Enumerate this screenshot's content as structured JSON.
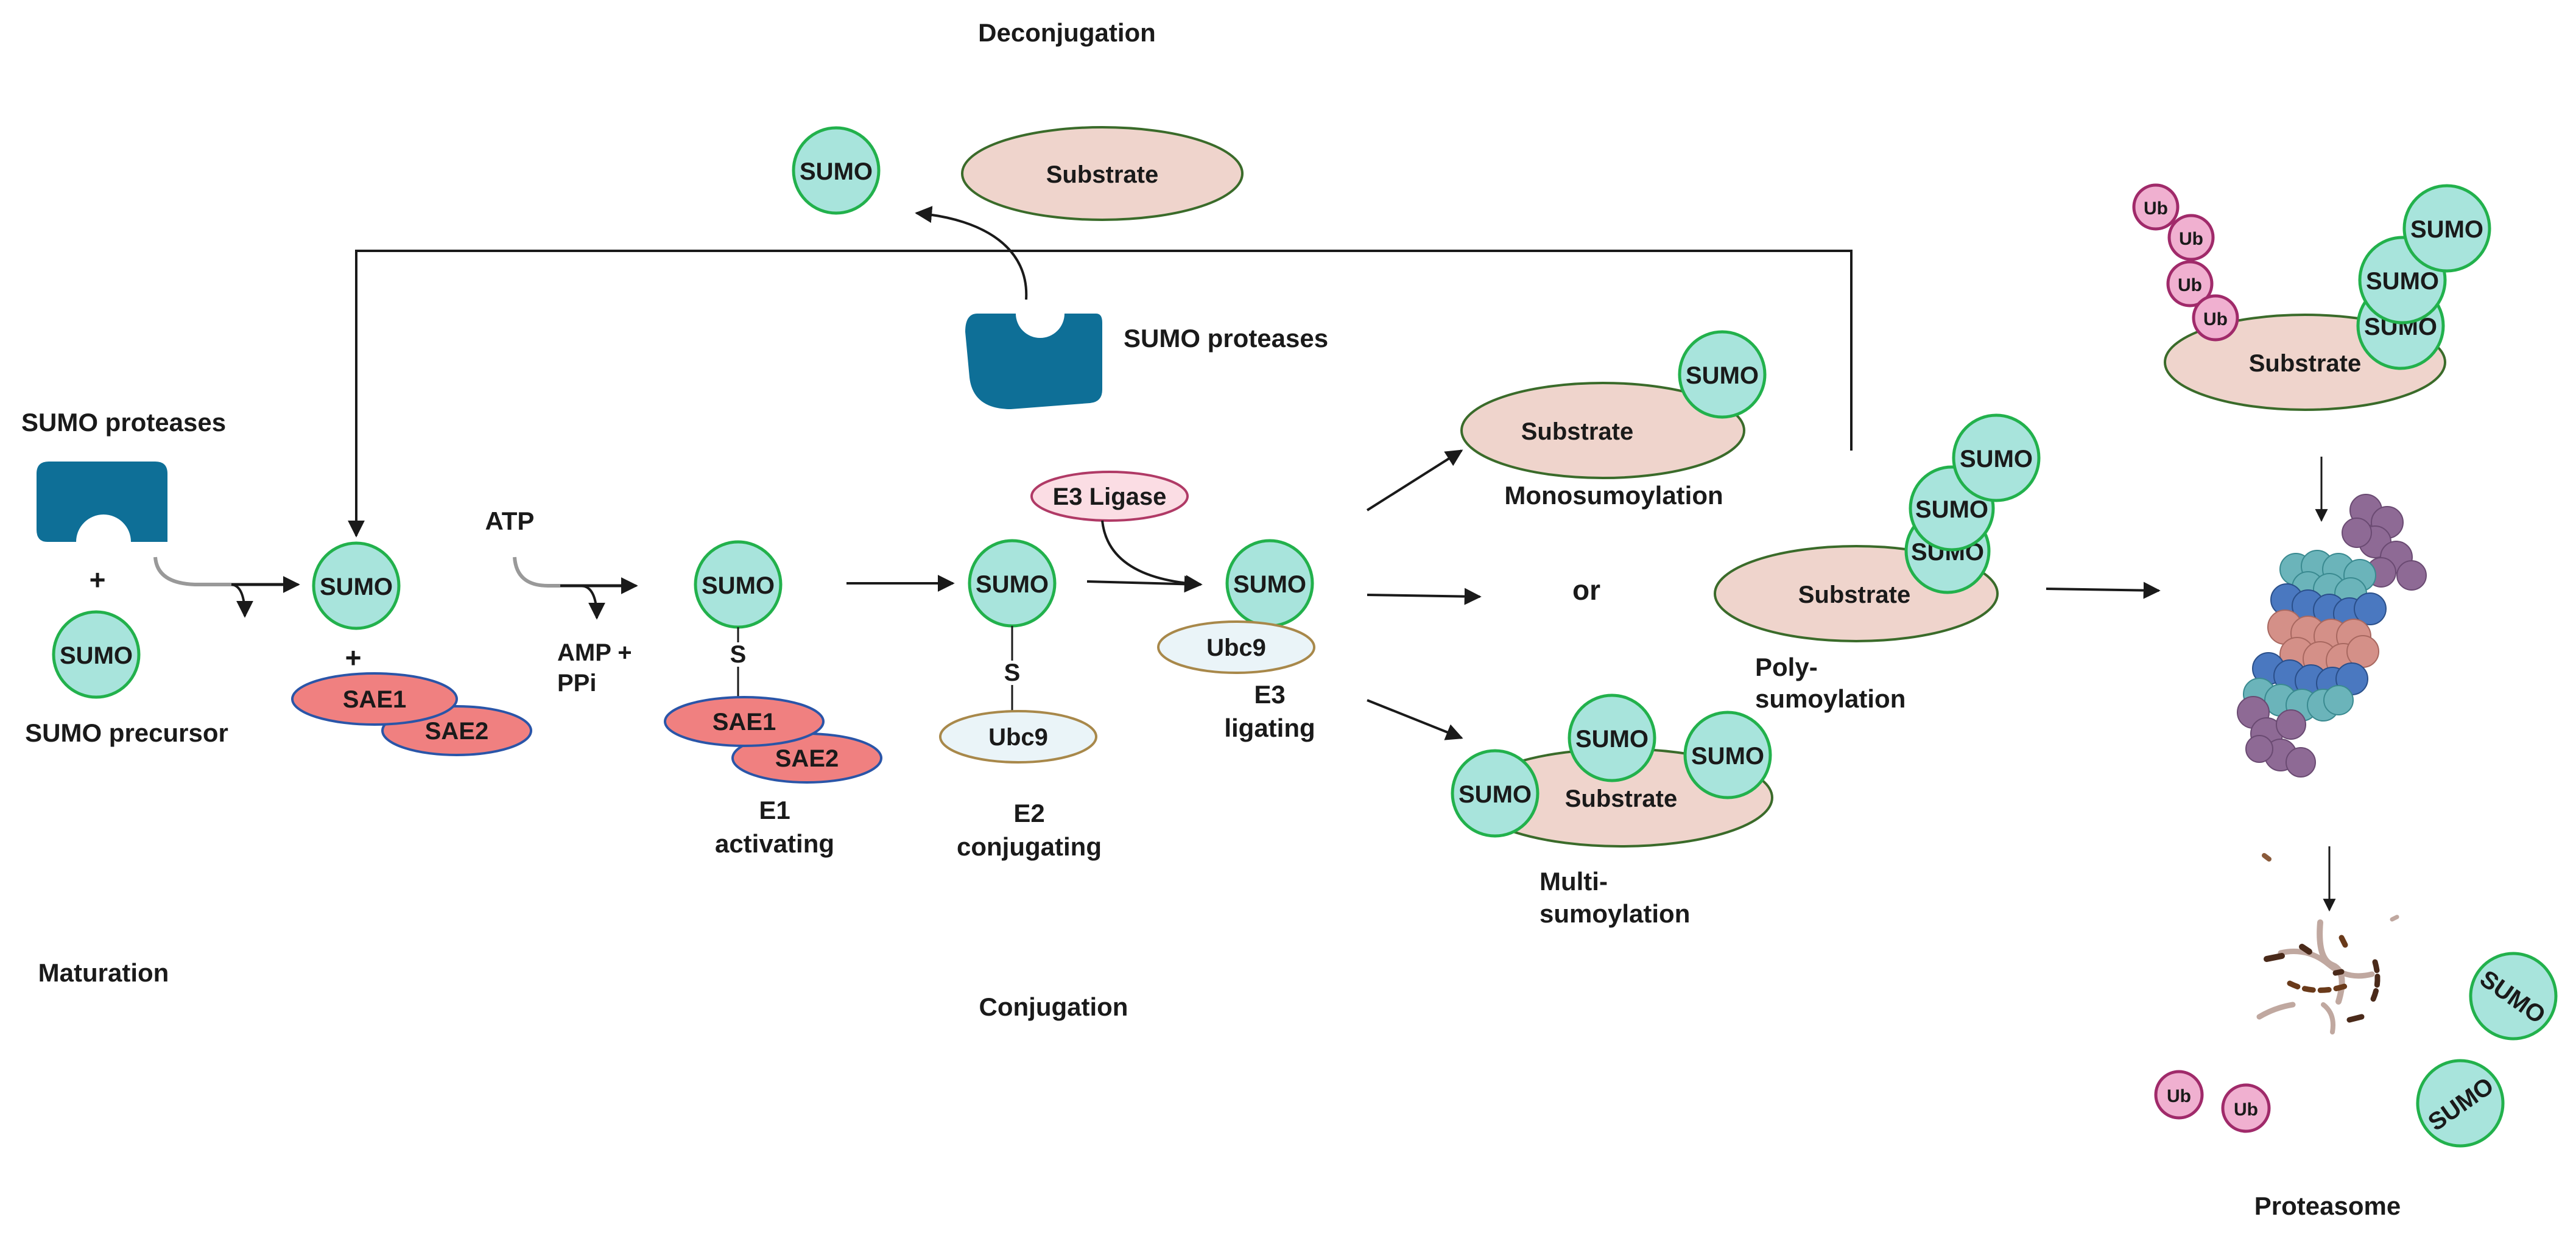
{
  "labels": {
    "deconjugation": "Deconjugation",
    "conjugation": "Conjugation",
    "maturation": "Maturation",
    "sumo_proteases_top": "SUMO proteases",
    "sumo_proteases_left": "SUMO proteases",
    "sumo_precursor": "SUMO precursor",
    "plus": "+",
    "atp": "ATP",
    "amp_line1": "AMP +",
    "amp_line2": "PPi",
    "e1_line1": "E1",
    "e1_line2": "activating",
    "e2_line1": "E2",
    "e2_line2": "conjugating",
    "e3_line1": "E3",
    "e3_line2": "ligating",
    "e3_ligase": "E3 Ligase",
    "monosumoylation": "Monosumoylation",
    "or": "or",
    "poly_line1": "Poly-",
    "poly_line2": "sumoylation",
    "multi_line1": "Multi-",
    "multi_line2": "sumoylation",
    "proteasome": "Proteasome",
    "thioester": "S"
  },
  "molecules": {
    "sumo": "SUMO",
    "substrate": "Substrate",
    "sae1": "SAE1",
    "sae2": "SAE2",
    "ubc9": "Ubc9",
    "ub": "Ub"
  },
  "colors": {
    "sumo_fill": "#a8e4dc",
    "sumo_stroke": "#22b14c",
    "substrate_fill": "#efd4cc",
    "substrate_stroke": "#3a6b2a",
    "sae_fill": "#f08080",
    "sae_stroke": "#2a55a8",
    "ubc9_fill": "#eaf4f8",
    "ubc9_stroke": "#a8884a",
    "e3_fill": "#fbdde4",
    "e3_stroke": "#b03a66",
    "ub_fill": "#f0b0d0",
    "ub_stroke": "#a02a6a",
    "protease": "#0e6f97",
    "arrow": "#1a1a1a"
  }
}
